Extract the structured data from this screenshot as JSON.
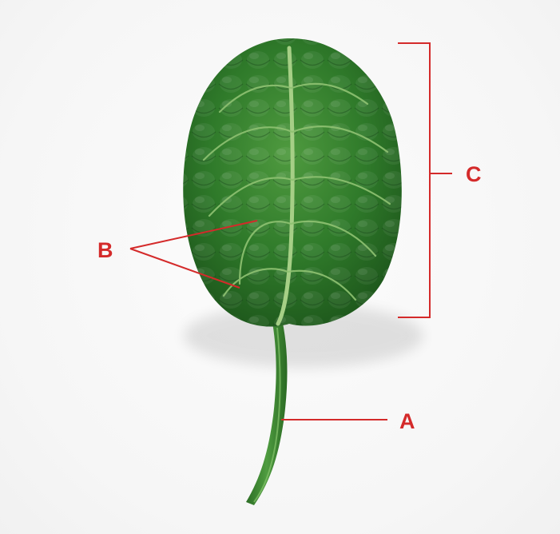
{
  "colors": {
    "annotation": "#d42a2a",
    "leaf_dark": "#1f5a1d",
    "leaf_mid": "#2f7a2a",
    "leaf_light": "#5aa44a",
    "vein": "#a6cf86",
    "stem": "#3d8a32",
    "background": "#f7f7f7"
  },
  "labels": {
    "stem": "A",
    "veins": "B",
    "blade": "C"
  }
}
